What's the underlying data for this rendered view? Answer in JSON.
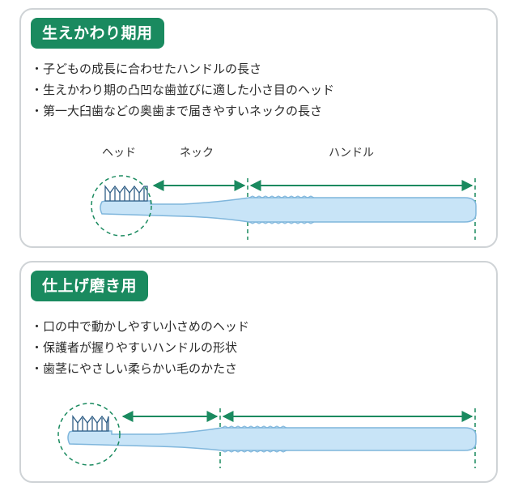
{
  "colors": {
    "accent": "#1a8a5f",
    "brush_fill": "#c8e4f7",
    "brush_stroke": "#7fb6dc",
    "border": "#cfd3d6"
  },
  "section1": {
    "title": "生えかわり期用",
    "points": [
      "子どもの成長に合わせたハンドルの長さ",
      "生えかわり期の凸凹な歯並びに適した小さ目のヘッド",
      "第一大臼歯などの奥歯まで届きやすいネックの長さ"
    ],
    "labels": {
      "head": "ヘッド",
      "neck": "ネック",
      "handle": "ハンドル"
    }
  },
  "section2": {
    "title": "仕上げ磨き用",
    "points": [
      "口の中で動かしやすい小さめのヘッド",
      "保護者が握りやすいハンドルの形状",
      "歯茎にやさしい柔らかい毛のかたさ"
    ]
  }
}
